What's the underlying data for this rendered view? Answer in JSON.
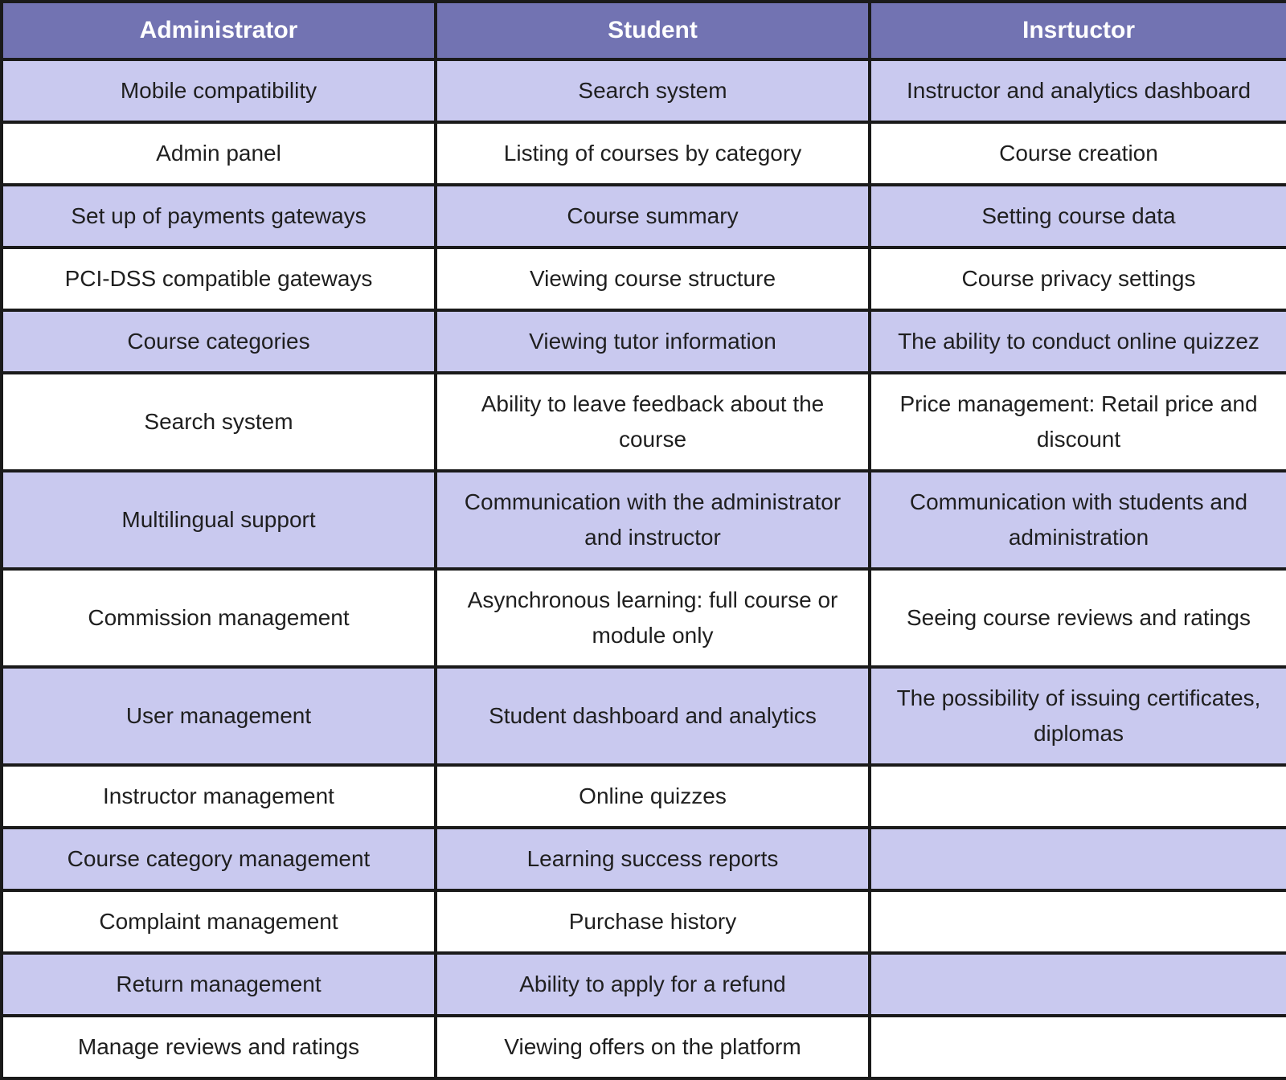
{
  "table": {
    "columns": [
      {
        "label": "Administrator"
      },
      {
        "label": "Student"
      },
      {
        "label": "Insrtuctor"
      }
    ],
    "rows": [
      {
        "cells": [
          "Mobile compatibility",
          "Search system",
          "Instructor and analytics dashboard"
        ]
      },
      {
        "cells": [
          "Admin panel",
          "Listing of courses by category",
          "Course creation"
        ]
      },
      {
        "cells": [
          "Set up of payments gateways",
          "Course summary",
          "Setting course data"
        ]
      },
      {
        "cells": [
          "PCI-DSS compatible gateways",
          "Viewing course structure",
          "Course privacy settings"
        ]
      },
      {
        "cells": [
          "Course categories",
          "Viewing tutor information",
          "The ability to conduct online quizzez"
        ]
      },
      {
        "cells": [
          "Search system",
          "Ability to leave feedback about the course",
          "Price management: Retail price and discount"
        ]
      },
      {
        "cells": [
          "Multilingual support",
          "Communication with the administrator and instructor",
          "Communication with students and administration"
        ]
      },
      {
        "cells": [
          "Commission management",
          "Asynchronous learning: full course or module only",
          "Seeing course reviews and ratings"
        ]
      },
      {
        "cells": [
          "User management",
          "Student dashboard and analytics",
          "The possibility of issuing certificates, diplomas"
        ]
      },
      {
        "cells": [
          "Instructor management",
          "Online quizzes",
          ""
        ]
      },
      {
        "cells": [
          "Course category management",
          "Learning success reports",
          ""
        ]
      },
      {
        "cells": [
          "Complaint management",
          "Purchase history",
          ""
        ]
      },
      {
        "cells": [
          "Return management",
          "Ability to apply for a refund",
          ""
        ]
      },
      {
        "cells": [
          "Manage reviews and ratings",
          "Viewing offers on the platform",
          ""
        ]
      }
    ],
    "colors": {
      "header_bg": "#7273b2",
      "header_text": "#ffffff",
      "row_shaded_bg": "#c9c9ef",
      "row_plain_bg": "#ffffff",
      "border": "#1a1a1a",
      "cell_text": "#1f1f1f"
    }
  }
}
